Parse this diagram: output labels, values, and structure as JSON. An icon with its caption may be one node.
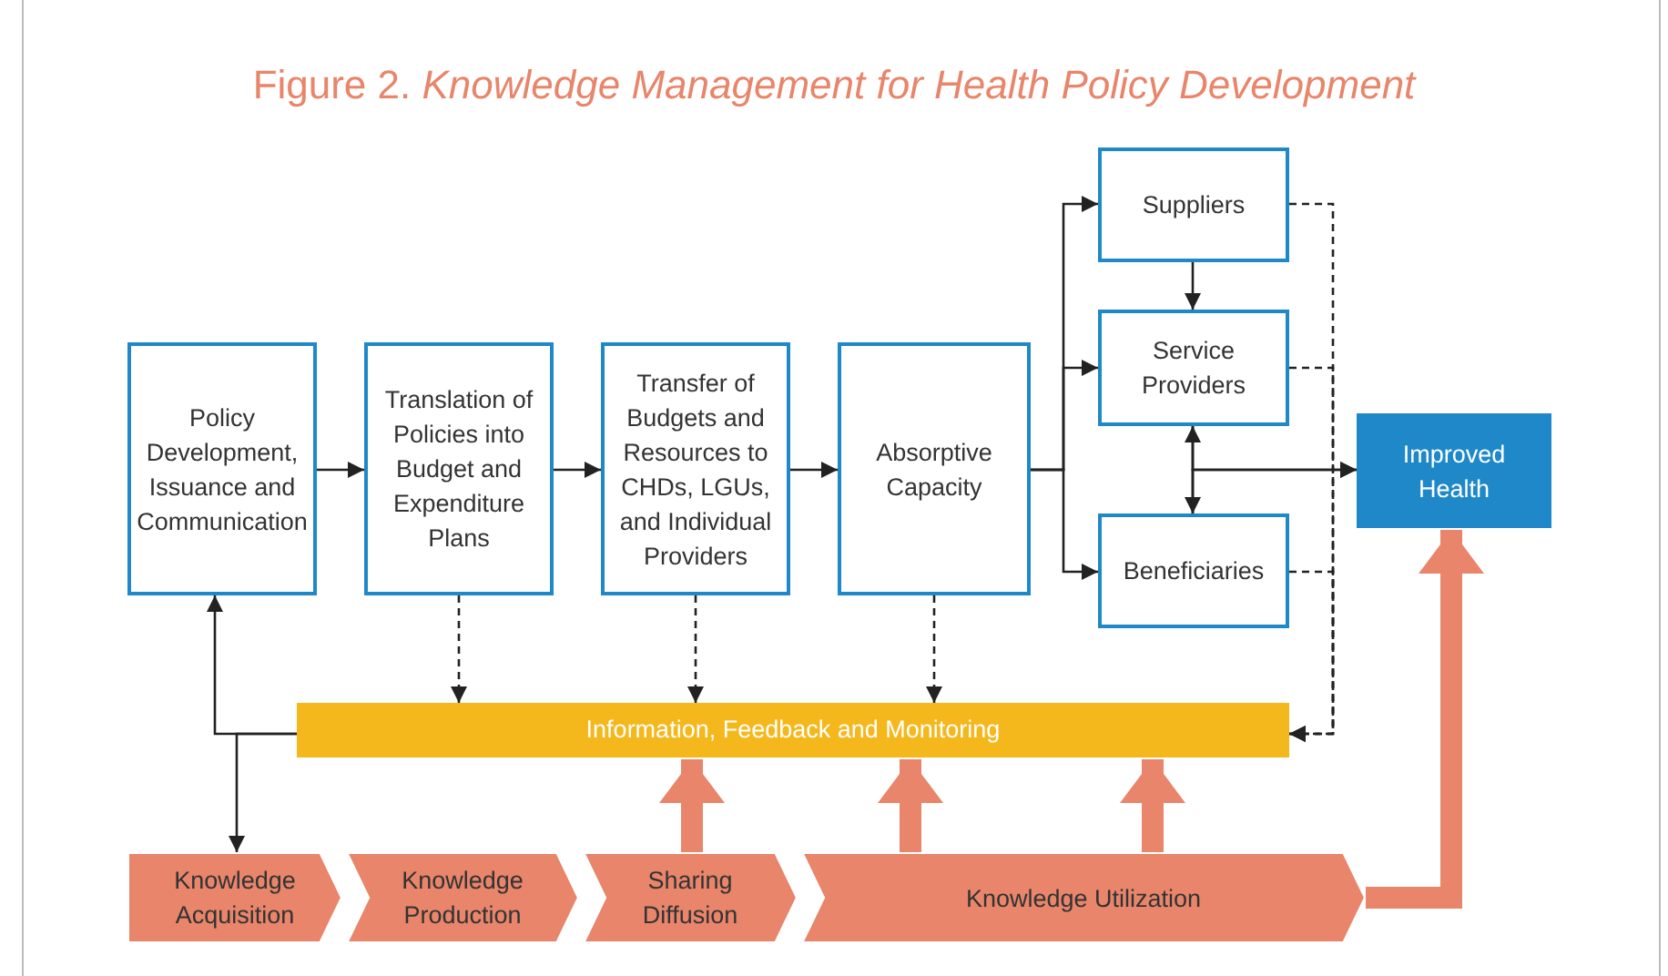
{
  "diagram": {
    "title": "Figure 2. *Knowledge Management for Health Policy Development*",
    "nodes": [
      {
        "text": [
          "Policy Development, Issuance and Communication"
        ]
      },
      {
        "text": [
          "Translation of Policies into Budget and Expenditure Plans"
        ]
      },
      {
        "text": [
          "Transfer of Budgets and Resources to CHDs, LGUs, and Individual Providers"
        ]
      },
      {
        "text": [
          "Absorptive Capacity"
        ]
      },
      {
        "text": [
          "Suppliers"
        ]
      },
      {
        "text": [
          "Service Providers"
        ]
      },
      {
        "text": [
          "Beneficiaries"
        ]
      },
      {
        "text": [
          "Improved Health"
        ]
      },
      {
        "text": [
          "Information, Feedback and Monitoring"
        ]
      },
      {
        "text": [
          "Knowledge Acquisition"
        ]
      },
      {
        "text": [
          "Knowledge Production"
        ]
      },
      {
        "text": [
          "Sharing Diffusion"
        ]
      },
      {
        "text": [
          "Knowledge Utilization"
        ]
      }
    ],
    "edges": [
      {
        "from": 0,
        "to": 1,
        "arrow": "to"
      },
      {
        "from": 1,
        "to": 2,
        "arrow": "to"
      },
      {
        "from": 2,
        "to": 3,
        "arrow": "to"
      },
      {
        "from": 3,
        "to": 4,
        "arrow": "to"
      },
      {
        "from": 3,
        "to": 5,
        "arrow": "to"
      },
      {
        "from": 3,
        "to": 6,
        "arrow": "to"
      },
      {
        "from": 4,
        "to": 5,
        "arrow": "to"
      },
      {
        "from": 5,
        "to": 6,
        "arrow": "both"
      },
      {
        "from": 5,
        "to": 7,
        "arrow": "to"
      },
      {
        "from": 6,
        "to": 7,
        "arrow": "to"
      },
      {
        "from": 4,
        "to": 8,
        "arrow": "to",
        "style": "dashed"
      },
      {
        "from": 5,
        "to": 8,
        "arrow": "to",
        "style": "dashed"
      },
      {
        "from": 6,
        "to": 8,
        "arrow": "to",
        "style": "dashed"
      },
      {
        "from": 1,
        "to": 8,
        "arrow": "to",
        "style": "dashed"
      },
      {
        "from": 2,
        "to": 8,
        "arrow": "to",
        "style": "dashed"
      },
      {
        "from": 3,
        "to": 8,
        "arrow": "to",
        "style": "dashed"
      },
      {
        "from": 8,
        "to": 0,
        "arrow": "to"
      },
      {
        "from": 8,
        "to": 9,
        "arrow": "to"
      },
      {
        "from": 11,
        "to": 8,
        "arrow": "to",
        "style": "thick",
        "color": "#e8856a"
      },
      {
        "from": 12,
        "to": 8,
        "arrow": "to",
        "style": "thick",
        "color": "#e8856a"
      },
      {
        "from": 12,
        "to": 8,
        "arrow": "to",
        "style": "thick",
        "color": "#e8856a"
      },
      {
        "from": 12,
        "to": 7,
        "arrow": "to",
        "style": "thick",
        "color": "#e8856a"
      }
    ]
  }
}
